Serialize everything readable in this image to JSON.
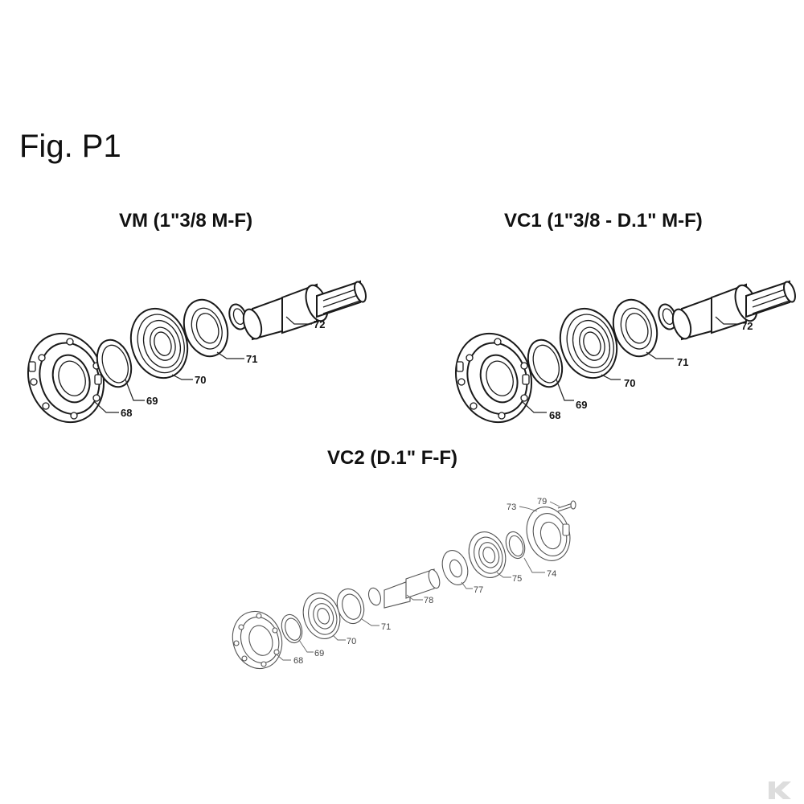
{
  "figure": {
    "title": "Fig. P1"
  },
  "assemblies": {
    "vm": {
      "title": "VM (1\"3/8 M-F)",
      "callouts": [
        "68",
        "69",
        "70",
        "71",
        "72"
      ]
    },
    "vc1": {
      "title": "VC1 (1\"3/8 - D.1\" M-F)",
      "callouts": [
        "68",
        "69",
        "70",
        "71",
        "72"
      ]
    },
    "vc2": {
      "title": "VC2 (D.1\" F-F)",
      "callouts": [
        "68",
        "69",
        "70",
        "71",
        "78",
        "77",
        "75",
        "74",
        "73",
        "79"
      ]
    }
  },
  "colors": {
    "line": "#1a1a1a",
    "light_line": "#555555",
    "background": "#ffffff",
    "watermark": "#dddddd"
  },
  "icons": {
    "watermark": "brand-logo-icon"
  }
}
